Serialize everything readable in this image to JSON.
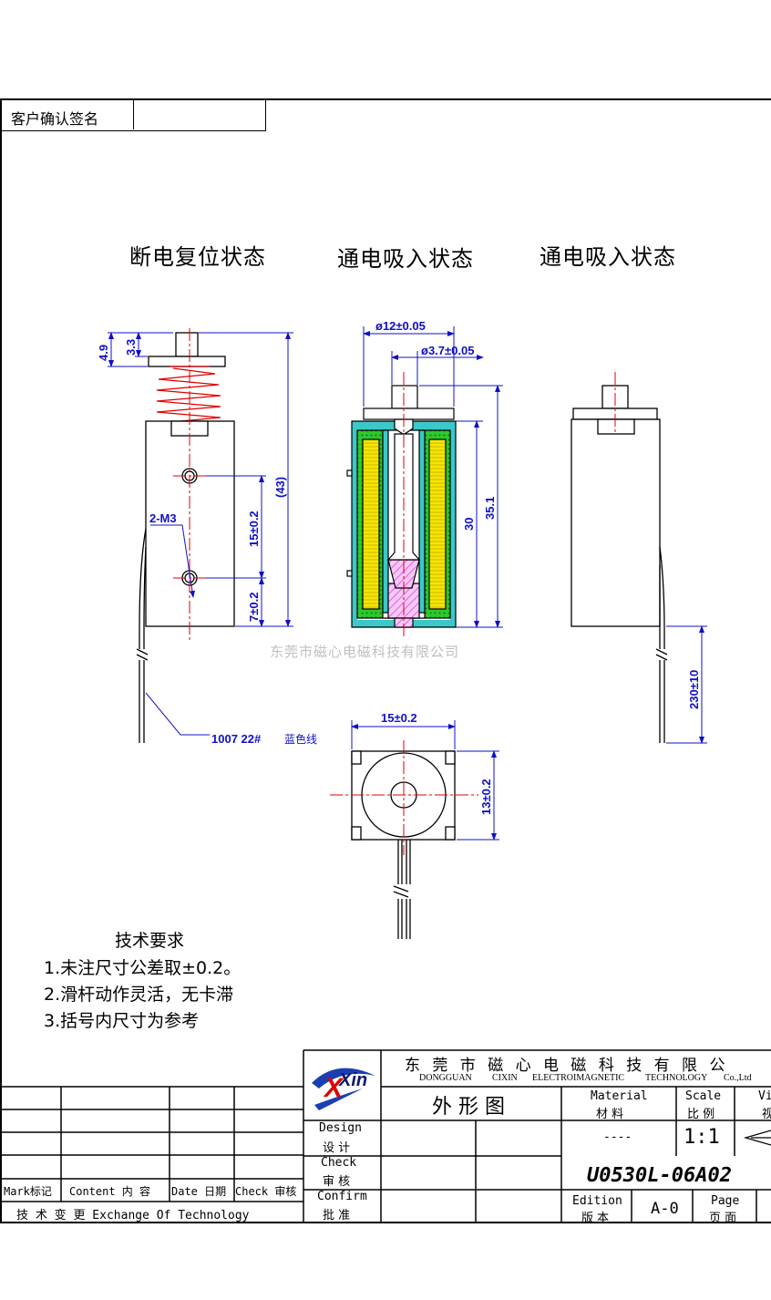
{
  "customer_confirm_label": "客户确认签名",
  "views": {
    "left_title": "断电复位状态",
    "middle_title": "通电吸入状态",
    "right_title": "通电吸入状态"
  },
  "dimensions": {
    "d_4_9": "4.9",
    "d_3_3": "3.3",
    "d_43": "(43)",
    "d_15": "15±0.2",
    "d_7": "7±0.2",
    "d_m3": "2-M3",
    "d_phi12": "ø12±0.05",
    "d_phi37": "ø3.7±0.05",
    "d_30": "30",
    "d_35_1": "35.1",
    "d_230": "230±10",
    "d_bottom_15": "15±0.2",
    "d_bottom_13": "13±0.2",
    "wire_spec": "1007  22#",
    "wire_color": "蓝色线"
  },
  "watermark": "东莞市磁心电磁科技有限公司",
  "requirements": {
    "title": "技术要求",
    "items": [
      "1.未注尺寸公差取±0.2。",
      "2.滑杆动作灵活，无卡滞",
      "3.括号内尺寸为参考"
    ]
  },
  "title_block": {
    "company_cn": "东 莞 市 磁 心 电 磁 科 技 有 限 公",
    "company_en_1": "DONGGUAN",
    "company_en_2": "CIXIN",
    "company_en_3": "ELECTROIMAGNETIC",
    "company_en_4": "TECHNOLOGY",
    "company_en_5": "Co.,Ltd",
    "logo_text": "Xin",
    "drawing_name": "外 形 图",
    "material_en": "Material",
    "material_cn": "材  料",
    "material_value": "----",
    "scale_en": "Scale",
    "scale_cn": "比 例",
    "scale_value": "1:1",
    "view_en": "Vi",
    "view_cn": "视",
    "design_en": "Design",
    "design_cn": "设 计",
    "check_en": "Check",
    "check_cn": "审 核",
    "confirm_en": "Confirm",
    "confirm_cn": "批 准",
    "part_number": "U0530L-06A02",
    "edition_en": "Edition",
    "edition_cn": "版 本",
    "edition_value": "A-0",
    "page_en": "Page",
    "page_cn": "页 面",
    "rev_mark": "Mark标记",
    "rev_content": "Content 内 容",
    "rev_date": "Date 日期",
    "rev_check": "Check 审核",
    "rev_exchange": "技 术 变 更  Exchange Of Technology"
  },
  "colors": {
    "dimension": "#1010c8",
    "centerline": "#e00000",
    "spring": "#e00000",
    "coil_yellow": "#f5e600",
    "coil_green": "#2ec82e",
    "shell_cyan": "#3cc8c8",
    "plunger_magenta": "#e040e0"
  }
}
